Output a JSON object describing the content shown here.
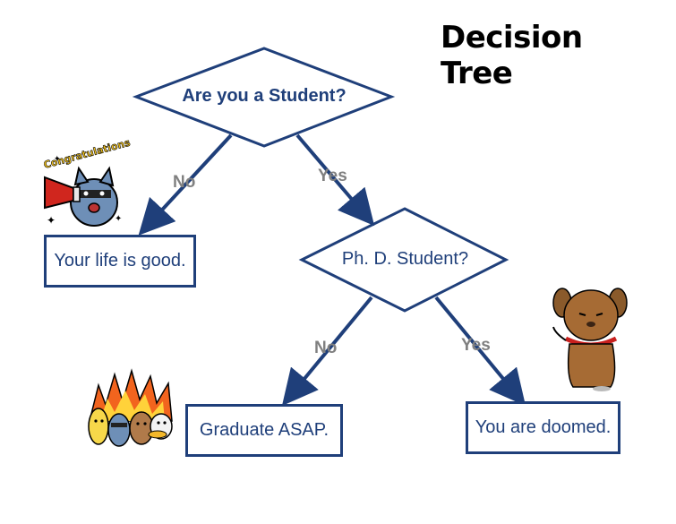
{
  "title": "Decision Tree",
  "nodes": {
    "root": "Are you a Student?",
    "phd": "Ph. D. Student?",
    "good": "Your life is good.",
    "graduate": "Graduate ASAP.",
    "doomed": "You are doomed."
  },
  "edges": {
    "root_no": "No",
    "root_yes": "Yes",
    "phd_no": "No",
    "phd_yes": "Yes"
  },
  "stickers": {
    "congrats_text": "Congratulations"
  },
  "colors": {
    "node_stroke": "#1f3f7a",
    "edge_label": "#808080"
  }
}
